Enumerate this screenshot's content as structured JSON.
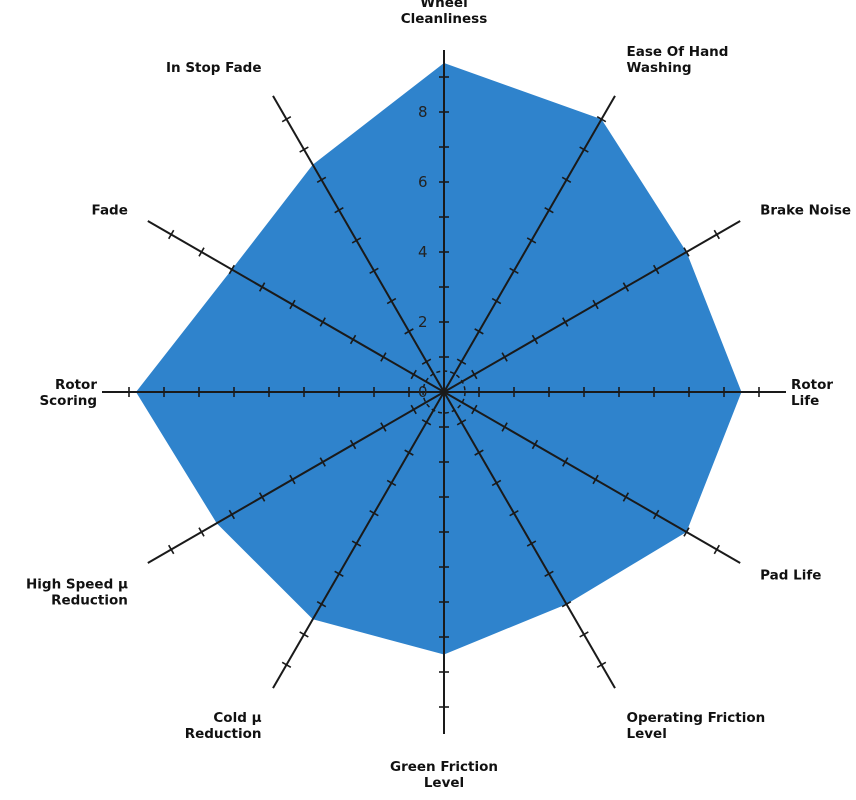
{
  "chart_data": {
    "type": "radar",
    "title": "",
    "r_ticks": [
      "0",
      "2",
      "4",
      "6",
      "8"
    ],
    "r_max": 10,
    "fill_color": "#2f83cc",
    "axis_color": "#1a1a1a",
    "axes": [
      {
        "label": [
          "Wheel",
          "Cleanliness"
        ],
        "value": 9.4
      },
      {
        "label": [
          "Ease Of Hand",
          "Washing"
        ],
        "value": 9.0
      },
      {
        "label": [
          "Brake Noise"
        ],
        "value": 8.0
      },
      {
        "label": [
          "Rotor",
          "Life"
        ],
        "value": 8.5
      },
      {
        "label": [
          "Pad Life"
        ],
        "value": 8.0
      },
      {
        "label": [
          "Operating Friction",
          "Level"
        ],
        "value": 7.0
      },
      {
        "label": [
          "Green Friction",
          "Level"
        ],
        "value": 7.5
      },
      {
        "label": [
          "Cold μ",
          "Reduction"
        ],
        "value": 7.5
      },
      {
        "label": [
          "High Speed μ",
          "Reduction"
        ],
        "value": 7.5
      },
      {
        "label": [
          "Rotor",
          "Scoring"
        ],
        "value": 8.8
      },
      {
        "label": [
          "Fade"
        ],
        "value": 7.0
      },
      {
        "label": [
          "In Stop Fade"
        ],
        "value": 7.5
      }
    ]
  }
}
